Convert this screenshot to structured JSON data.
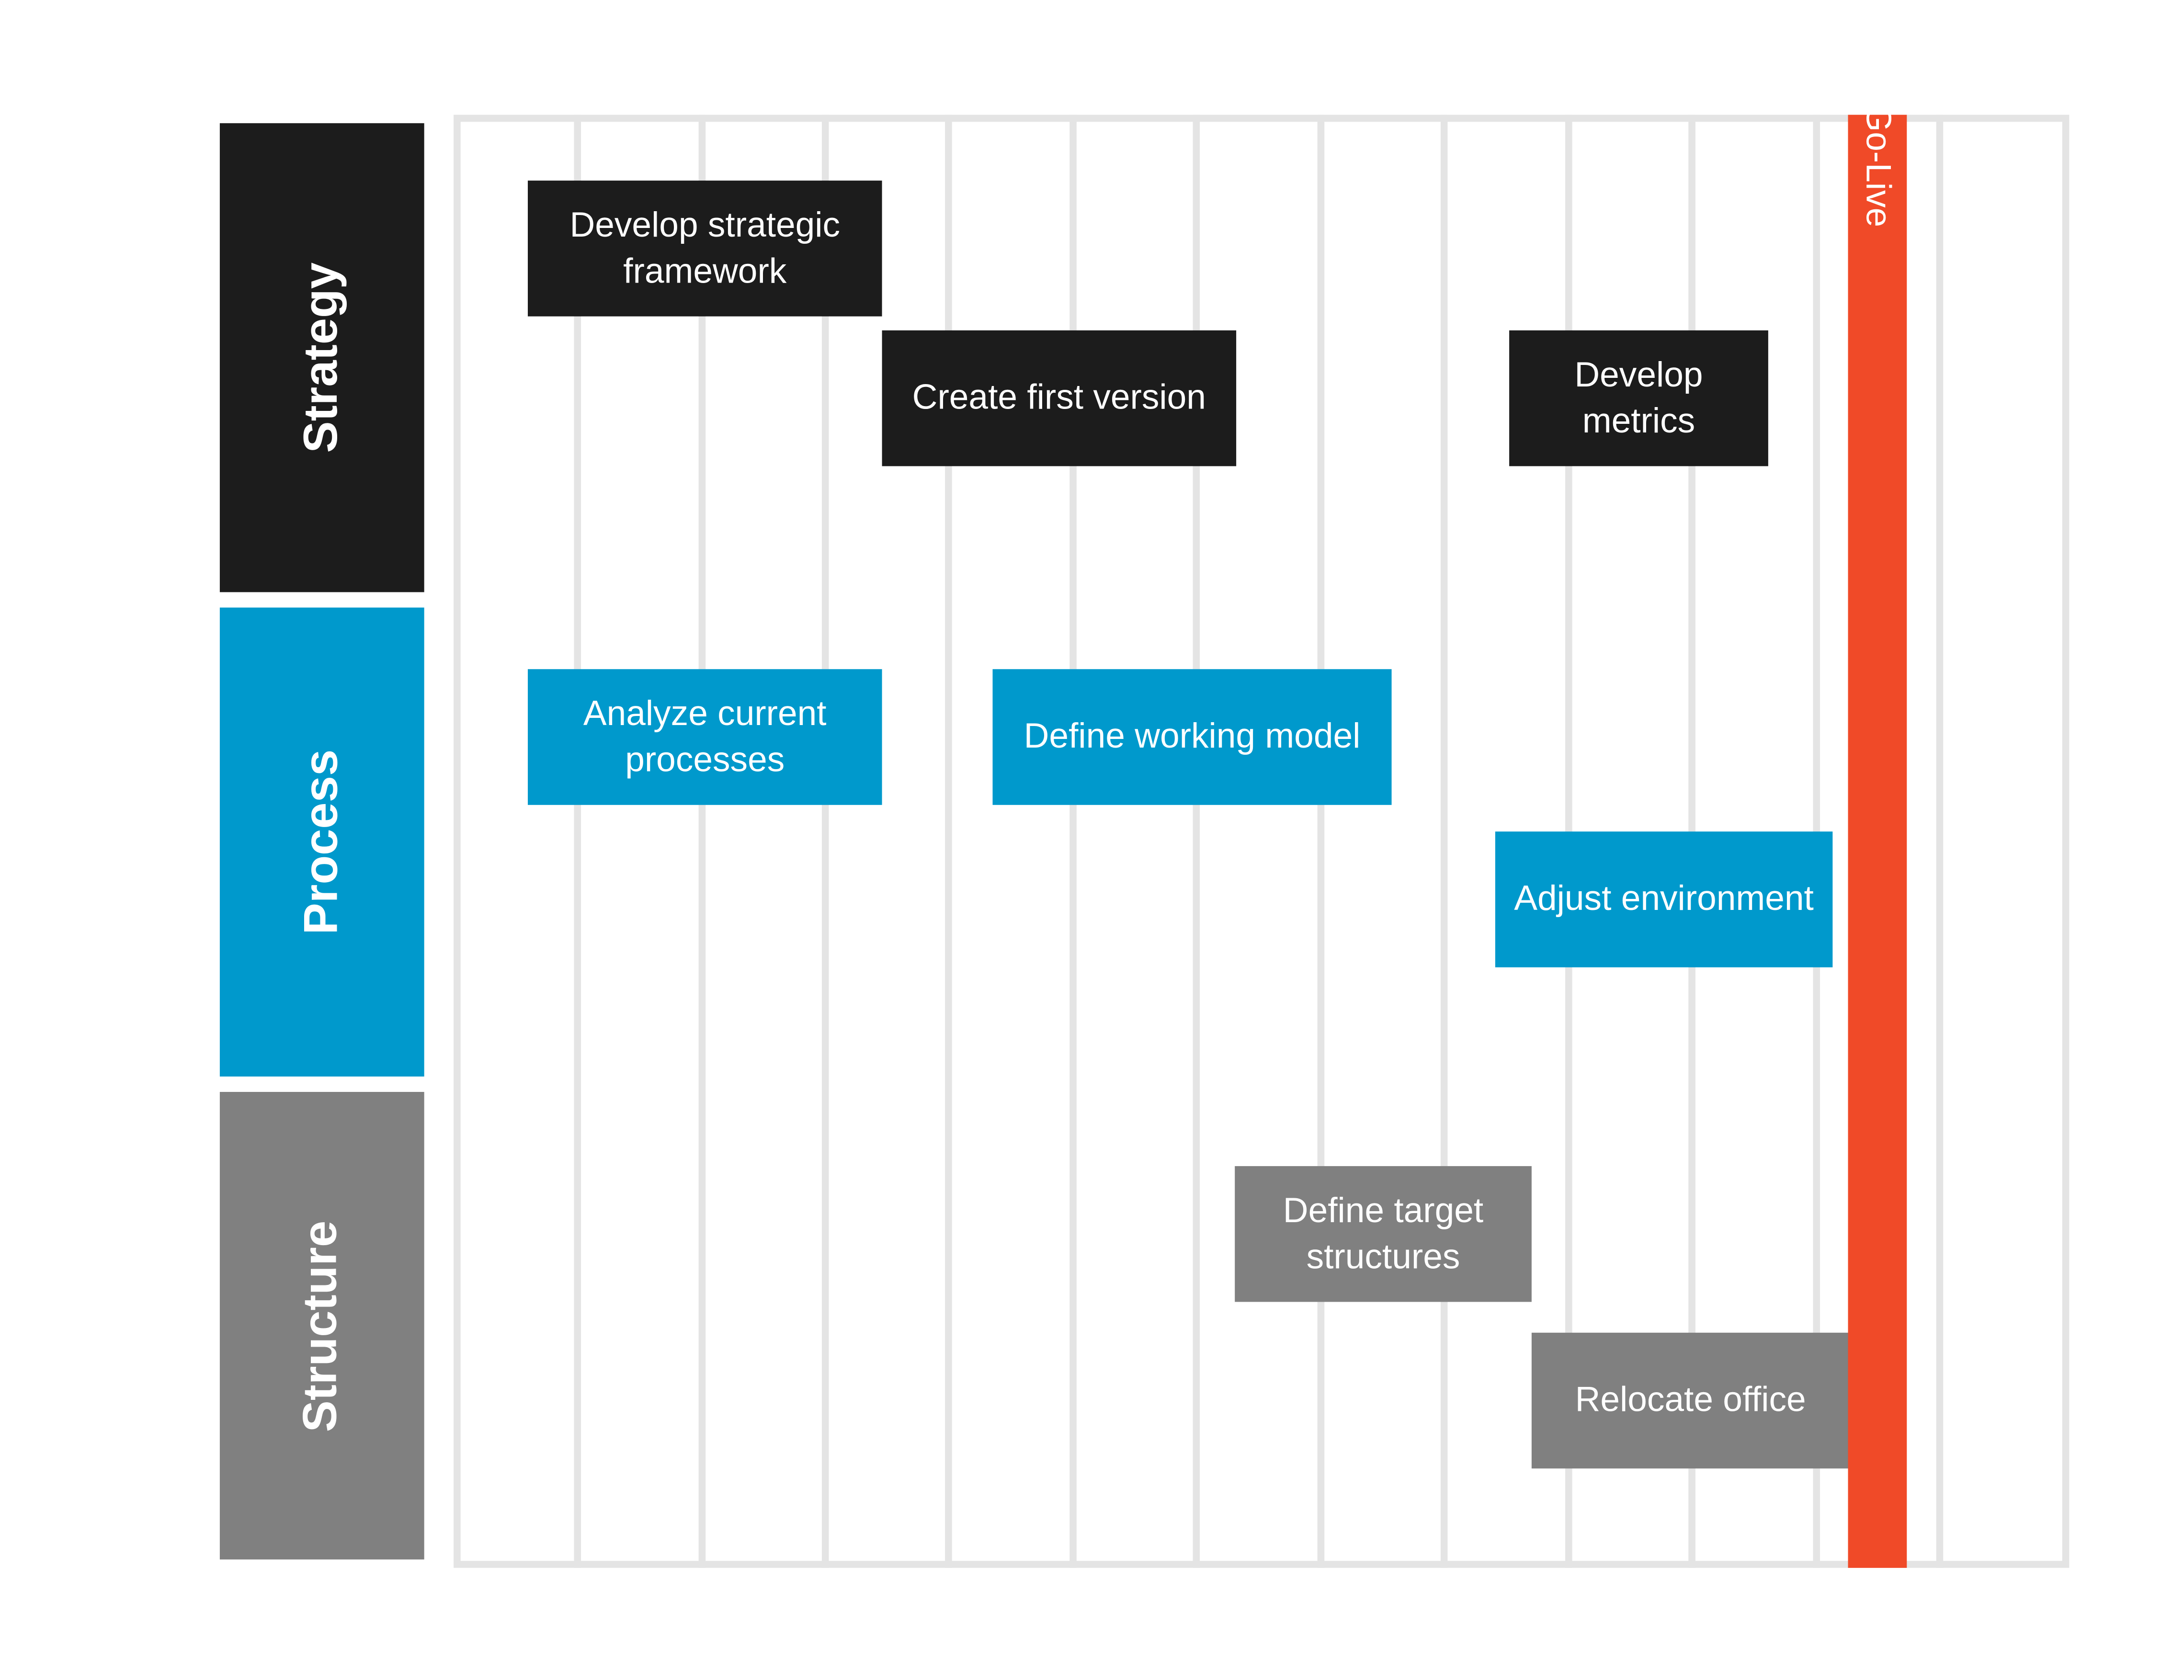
{
  "colors": {
    "strategy": "#1c1c1c",
    "process": "#0099cc",
    "structure": "#808080",
    "golive": "#f04a28",
    "grid": "#e4e4e4"
  },
  "lanes": [
    {
      "key": "strategy",
      "label": "Strategy"
    },
    {
      "key": "process",
      "label": "Process"
    },
    {
      "key": "structure",
      "label": "Structure"
    }
  ],
  "tasks": [
    {
      "key": "develop-strategic-framework",
      "lane": "strategy",
      "label": "Develop strategic\nframework"
    },
    {
      "key": "create-first-version",
      "lane": "strategy",
      "label": "Create first version"
    },
    {
      "key": "develop-metrics",
      "lane": "strategy",
      "label": "Develop\nmetrics"
    },
    {
      "key": "analyze-current-processes",
      "lane": "process",
      "label": "Analyze current\nprocesses"
    },
    {
      "key": "define-working-model",
      "lane": "process",
      "label": "Define working model"
    },
    {
      "key": "adjust-environment",
      "lane": "process",
      "label": "Adjust environment"
    },
    {
      "key": "define-target-structures",
      "lane": "structure",
      "label": "Define target\nstructures"
    },
    {
      "key": "relocate-office",
      "lane": "structure",
      "label": "Relocate office"
    }
  ],
  "milestone": {
    "label": "Go-Live"
  }
}
